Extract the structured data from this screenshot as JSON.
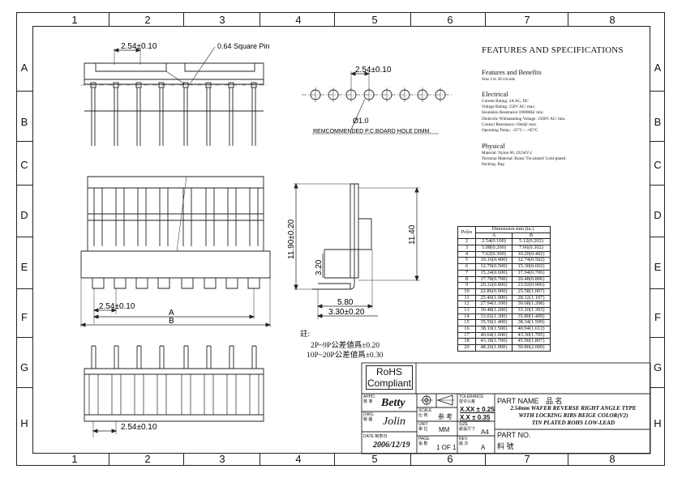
{
  "grid": {
    "columns": [
      "1",
      "2",
      "3",
      "4",
      "5",
      "6",
      "7",
      "8"
    ],
    "rows": [
      "A",
      "B",
      "C",
      "D",
      "E",
      "F",
      "G",
      "H"
    ]
  },
  "drawing": {
    "top_pitch_label": "2.54±0.10",
    "square_pin_label": "0.64 Square Pin",
    "hole_pitch_label": "2.54±0.10",
    "hole_dia_label": "Ø1.0",
    "hole_caption": "REMCOMMENDED P.C.BOARD HOLE DIMM.",
    "front_pitch_label": "2.54±0.10",
    "dim_a_label": "A",
    "dim_b_label": "B",
    "side_height_label": "11.90±0.20",
    "side_inner_label": "11.40",
    "side_pin_label": "3.20",
    "side_580_label": "5.80",
    "side_330_label": "3.30±0.20",
    "bottom_pitch_label": "2.54±0.10"
  },
  "notes": {
    "heading": "註:",
    "line1": "2P~9P公差値爲±0.20",
    "line2": "10P~20P公差値爲±0.30"
  },
  "features": {
    "title": "FEATURES AND SPECIFICATIONS",
    "benefits_heading": "Features and Benefits",
    "benefits_text": "Size 2 to 20 circuits",
    "electrical_heading": "Electrical",
    "electrical_text": "Current Rating: 2A AC, DC\nVoltage Rating: 250V AC/ max.\nInsulation Resistance:1000MΩ/ min.\nDielectric Withstanding Voltage: 1500V AC/ min.\nContact Resistance: 10mΩ/ max.\nOperating Temp.: -25°C ~ +85°C",
    "physical_heading": "Physical",
    "physical_text": "Material: Nylon 66, UL94V-2\nTerminal Material: Brass/ Tin-plated/ Gold-plated\nPacking: Bag"
  },
  "dimension_table": {
    "header_poles": "Poles",
    "header_dimension": "Dimension mm (in.)",
    "header_a": "A",
    "header_b": "B",
    "rows": [
      [
        "2",
        "2.54(0.100)",
        "5.12(0.202)"
      ],
      [
        "3",
        "5.08(0.200)",
        "7.66(0.302)"
      ],
      [
        "4",
        "7.62(0.300)",
        "10.20(0.402)"
      ],
      [
        "5",
        "10.16(0.400)",
        "12.74(0.502)"
      ],
      [
        "6",
        "12.70(0.500)",
        "15.30(0.602)"
      ],
      [
        "7",
        "15.24(0.600)",
        "17.94(0.706)"
      ],
      [
        "8",
        "17.78(0.700)",
        "20.48(0.806)"
      ],
      [
        "9",
        "20.32(0.800)",
        "23.02(0.906)"
      ],
      [
        "10",
        "22.86(0.900)",
        "25.58(1.007)"
      ],
      [
        "11",
        "25.40(1.000)",
        "28.12(1.107)"
      ],
      [
        "12",
        "27.94(1.100)",
        "30.68(1.208)"
      ],
      [
        "13",
        "30.48(1.200)",
        "33.10(1.303)"
      ],
      [
        "14",
        "33.02(1.300)",
        "35.80(1.409)"
      ],
      [
        "15",
        "35.56(1.400)",
        "38.34(1.509)"
      ],
      [
        "16",
        "38.10(1.500)",
        "40.94(1.612)"
      ],
      [
        "17",
        "40.64(1.600)",
        "43.30(1.705)"
      ],
      [
        "18",
        "43.18(1.700)",
        "45.90(1.807)"
      ],
      [
        "20",
        "48.26(1.900)",
        "50.80(2.000)"
      ]
    ]
  },
  "title_block": {
    "rohs_line1": "RoHS",
    "rohs_line2": "Compliant",
    "appd_label": "APPD.",
    "appd_cn": "核 准",
    "appd_name": "Betty",
    "dwg_label": "DWG.",
    "dwg_cn": "製 圖",
    "dwg_name": "Jolin",
    "date_label": "DATE 制表日",
    "date_value": "2006/12/19",
    "scale_label": "SCALE",
    "scale_cn": "比 例",
    "scale_value": "参 考",
    "unit_label": "UNIT",
    "unit_cn": "單 位",
    "unit_value": "MM",
    "page_label": "PAGE",
    "page_cn": "張 數",
    "page_value": "1 OF 1",
    "tolerance_label": "TOLERANCE",
    "tolerance_cn": "容许公差",
    "tol1": "X.XX ± 0.25",
    "tol2": "X.X ± 0.35",
    "size_label": "SIZE",
    "size_cn": "紙張尺寸",
    "size_value": "A4",
    "rev_label": "REV.",
    "rev_cn": "版 次",
    "rev_value": "A",
    "part_name_label": "PART NAME",
    "part_name_cn": "品 名",
    "part_name_line1": "2.54mm WAFER REVERSE RIGHT ANGLE TYPE",
    "part_name_line2": "WITH LOCKING RIBS BEIGE COLOR(V2)",
    "part_name_line3": "TIN PLATED ROHS LOW-LEAD",
    "part_no_label": "PART NO.",
    "part_no_cn": "料 號"
  }
}
